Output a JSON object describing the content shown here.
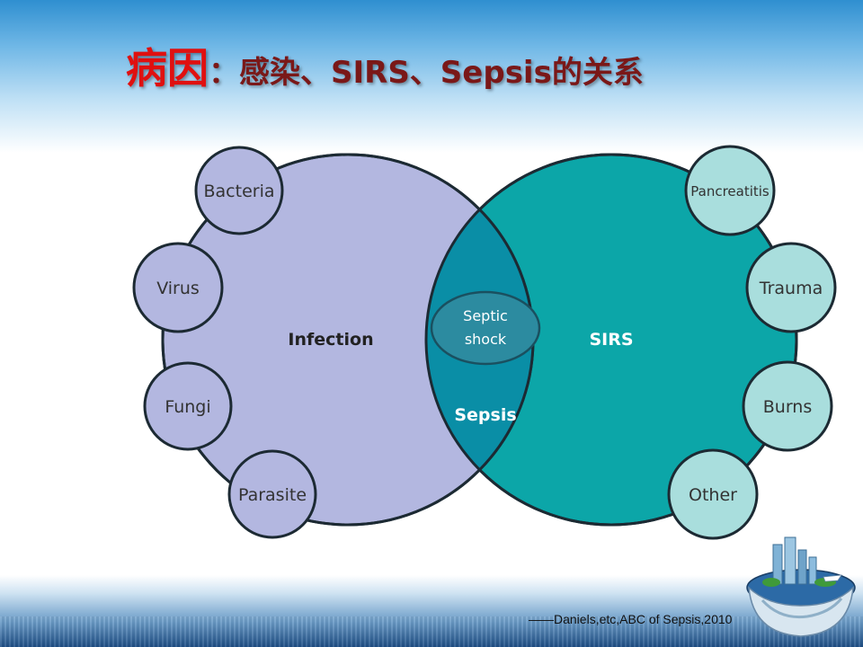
{
  "title": {
    "red": "病因",
    "rest": "：感染、SIRS、Sepsis的关系"
  },
  "diagram": {
    "infection_label": "Infection",
    "sirs_label": "SIRS",
    "sepsis_label": "Sepsis",
    "septic_shock_line1": "Septic",
    "septic_shock_line2": "shock",
    "infection_causes": [
      "Bacteria",
      "Virus",
      "Fungi",
      "Parasite"
    ],
    "sirs_causes": [
      "Pancreatitis",
      "Trauma",
      "Burns",
      "Other"
    ]
  },
  "citation": "——Daniels,etc,ABC of Sepsis,2010",
  "colors": {
    "title_red": "#e01010",
    "title_dark": "#7a1818",
    "infection_fill": "#b3b7e0",
    "sirs_fill": "#0ca6a8",
    "overlap_fill": "#0a8ea6",
    "sirs_cause_fill": "#a9dedd",
    "septic_shock_fill": "#2c8ba0"
  }
}
